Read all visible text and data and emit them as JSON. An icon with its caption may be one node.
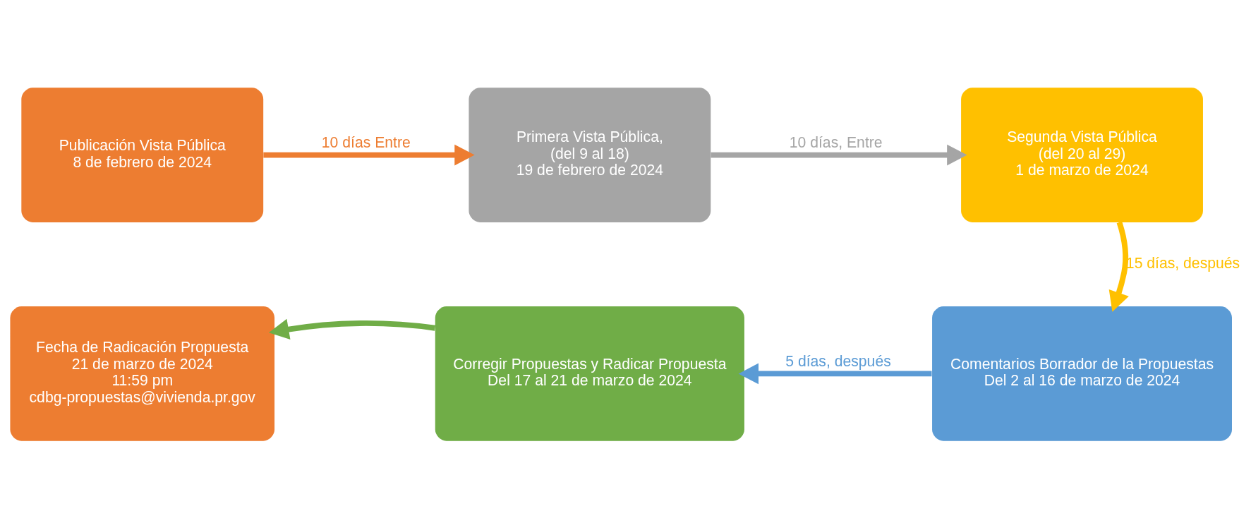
{
  "diagram": {
    "nodes": [
      {
        "text": [
          "Publicación Vista Pública",
          "8 de febrero de 2024"
        ]
      },
      {
        "text": [
          "Primera Vista Pública,",
          "(del 9 al 18)",
          "19 de febrero de 2024"
        ]
      },
      {
        "text": [
          "Segunda Vista Pública",
          "(del 20 al 29)",
          "1 de marzo de 2024"
        ]
      },
      {
        "text": [
          "Fecha de Radicación Propuesta",
          "21 de marzo de 2024",
          "11:59 pm",
          "cdbg-propuestas@vivienda.pr.gov"
        ]
      },
      {
        "text": [
          "Corregir Propuestas y Radicar Propuesta",
          "Del 17 al 21 de marzo de 2024"
        ]
      },
      {
        "text": [
          "Comentarios Borrador de la Propuestas",
          "Del 2 al 16 de marzo de 2024"
        ]
      }
    ],
    "edges": [
      {
        "from": 0,
        "to": 1,
        "arrow": "to",
        "label": "10 días Entre",
        "color": "#ed7d31"
      },
      {
        "from": 1,
        "to": 2,
        "arrow": "to",
        "label": "10 días, Entre",
        "color": "#a5a5a5"
      },
      {
        "from": 2,
        "to": 5,
        "arrow": "to",
        "label": "15 días, después",
        "color": "#ffc000"
      },
      {
        "from": 5,
        "to": 4,
        "arrow": "to",
        "label": "5 días, después",
        "color": "#5b9bd5"
      },
      {
        "from": 4,
        "to": 3,
        "arrow": "to",
        "color": "#70ad47"
      }
    ]
  }
}
